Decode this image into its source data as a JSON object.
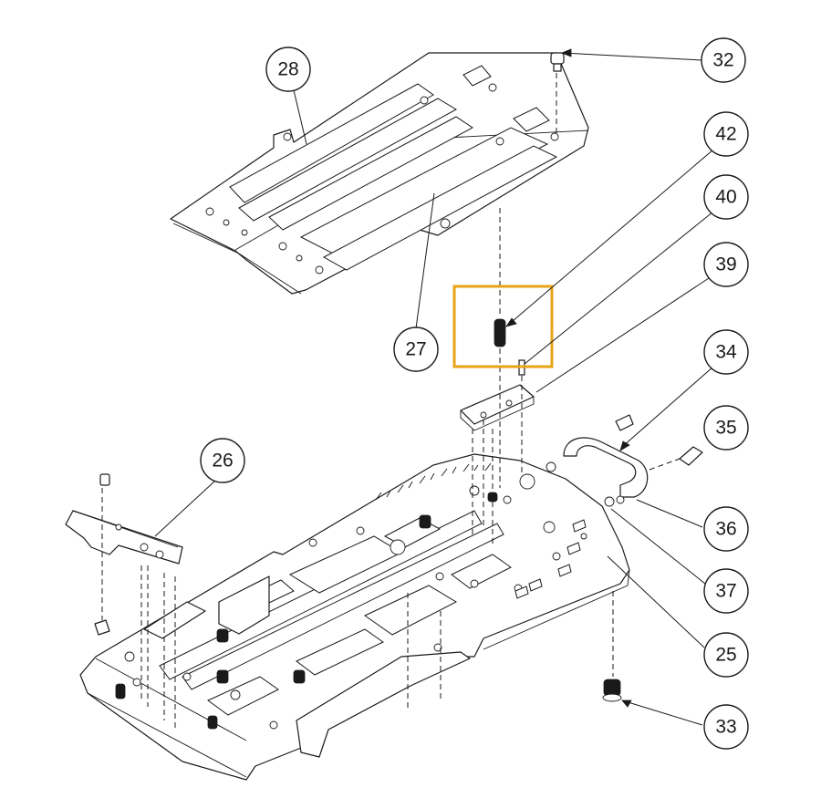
{
  "callouts": [
    {
      "id": "28",
      "label": "28"
    },
    {
      "id": "32",
      "label": "32"
    },
    {
      "id": "42",
      "label": "42"
    },
    {
      "id": "40",
      "label": "40"
    },
    {
      "id": "39",
      "label": "39"
    },
    {
      "id": "27",
      "label": "27"
    },
    {
      "id": "34",
      "label": "34"
    },
    {
      "id": "35",
      "label": "35"
    },
    {
      "id": "26",
      "label": "26"
    },
    {
      "id": "36",
      "label": "36"
    },
    {
      "id": "37",
      "label": "37"
    },
    {
      "id": "25",
      "label": "25"
    },
    {
      "id": "33",
      "label": "33"
    }
  ],
  "highlight": {
    "part": "42",
    "color": "#e8a317"
  }
}
